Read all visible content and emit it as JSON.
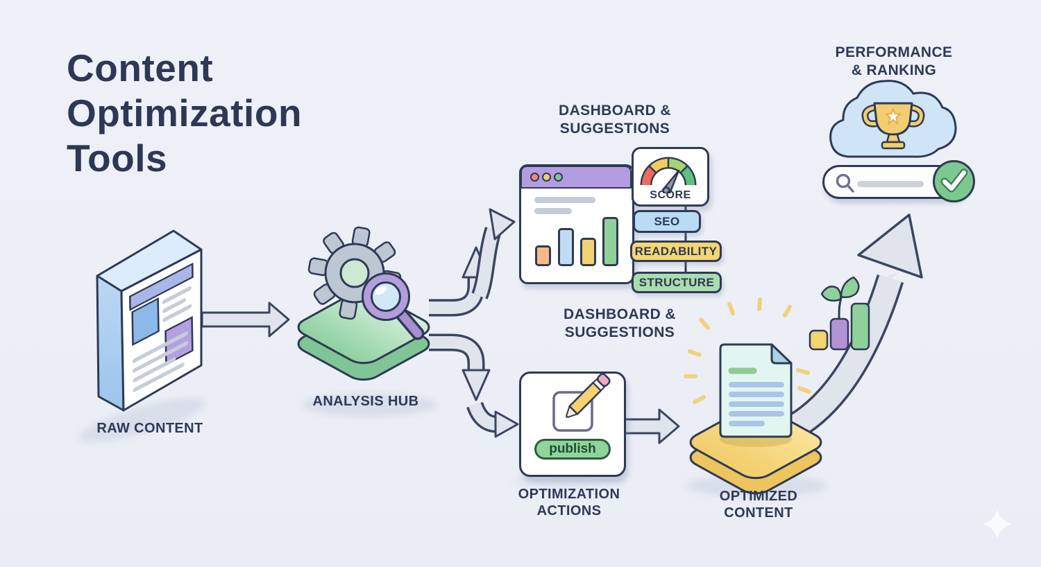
{
  "title": "Content\nOptimization\nTools",
  "labels": {
    "raw_content": "RAW CONTENT",
    "analysis_hub": "ANALYSIS HUB",
    "dashboard_top": "DASHBOARD &\nSUGGESTIONS",
    "dashboard_bottom": "DASHBOARD &\nSUGGESTIONS",
    "optimization_actions": "OPTIMIZATION\nACTIONS",
    "optimized_content": "OPTIMIZED\nCONTENT",
    "performance_ranking": "PERFORMANCE\n& RANKING"
  },
  "dashboard": {
    "score_label": "SCORE",
    "badges": [
      {
        "label": "SEO",
        "color": "#badbf4"
      },
      {
        "label": "READABILITY",
        "color": "#f4d673"
      },
      {
        "label": "STRUCTURE",
        "color": "#a9dcae"
      }
    ],
    "gauge_colors": [
      "#ed6a5c",
      "#f0cd5e",
      "#a5d672",
      "#5fc081"
    ],
    "chart_bar_colors": [
      "#f5b988",
      "#bfdcf3",
      "#f2d272",
      "#90d19b"
    ]
  },
  "actions": {
    "publish_label": "publish"
  },
  "colors": {
    "background": "#edf0f6",
    "outline_navy": "#2e3a55",
    "title_text": "#2c3854",
    "arrow_fill": "#dfe4ed",
    "hub_green": "#a9dcb4",
    "platform_yellow": "#f6d981",
    "window_header_purple": "#b49ce0",
    "publish_green": "#90d49b",
    "doc_side_blue": "#a9cdf0",
    "doc_mint": "#e2f6f1",
    "cloud_blue": "#cfe4f7",
    "trophy_gold": "#f3cd6e",
    "check_green": "#7cc98f",
    "magnifier_purple": "#b49ddc",
    "gear_gray": "#bdc6d3"
  }
}
